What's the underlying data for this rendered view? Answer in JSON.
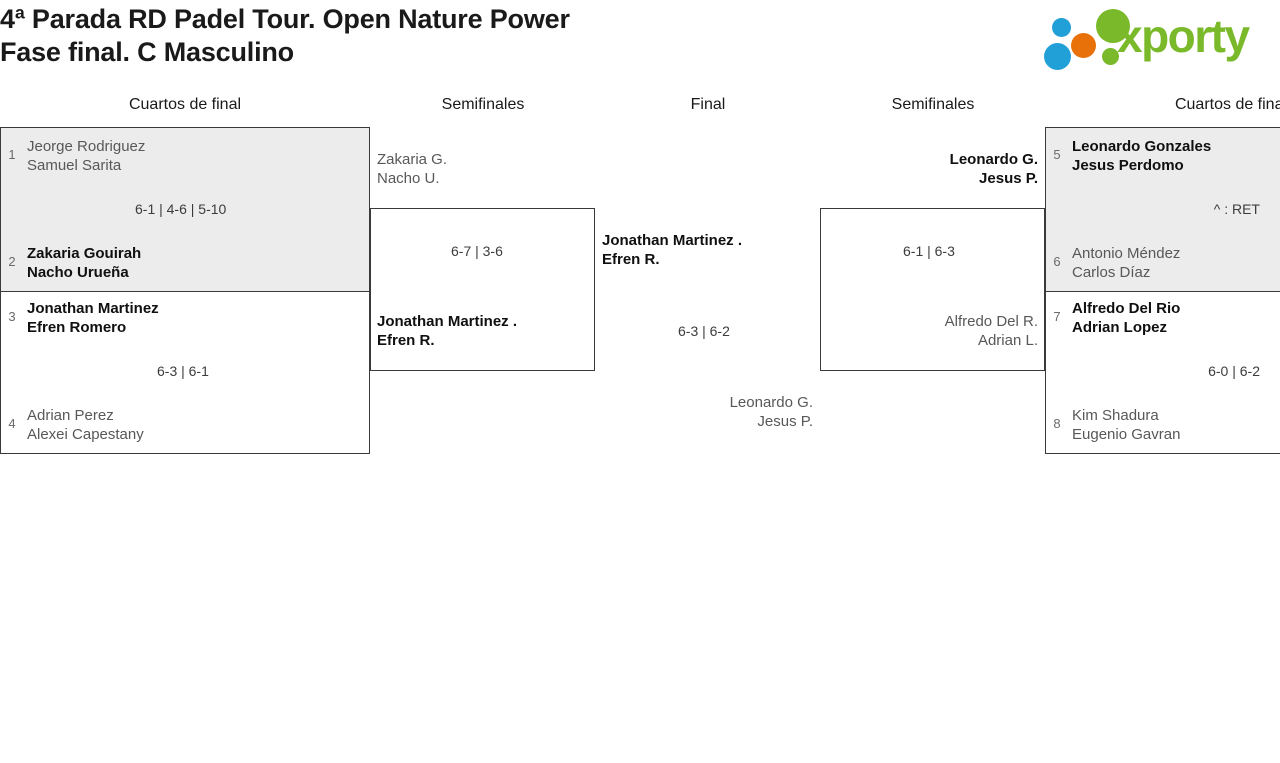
{
  "header": {
    "title_line1": "4ª Parada RD Padel Tour. Open Nature Power",
    "title_line2": "Fase final. C Masculino",
    "logo_text": "xporty"
  },
  "round_headers": {
    "left_quarters": "Cuartos de final",
    "left_semis": "Semifinales",
    "final": "Final",
    "right_semis": "Semifinales",
    "right_quarters": "Cuartos de final"
  },
  "matches": {
    "qf1": {
      "score": "6-1 | 4-6 | 5-10",
      "top": {
        "seed": "1",
        "p1": "Jeorge Rodriguez",
        "p2": "Samuel Sarita",
        "result": "loser"
      },
      "bottom": {
        "seed": "2",
        "p1": "Zakaria Gouirah",
        "p2": "Nacho Urueña",
        "result": "winner"
      }
    },
    "qf2": {
      "score": "6-3 | 6-1",
      "top": {
        "seed": "3",
        "p1": "Jonathan Martinez",
        "p2": "Efren Romero",
        "result": "winner"
      },
      "bottom": {
        "seed": "4",
        "p1": "Adrian Perez",
        "p2": "Alexei Capestany",
        "result": "loser"
      }
    },
    "qf3": {
      "score": "^ : RET",
      "top": {
        "seed": "5",
        "p1": "Leonardo Gonzales",
        "p2": "Jesus Perdomo",
        "result": "winner"
      },
      "bottom": {
        "seed": "6",
        "p1": "Antonio Méndez",
        "p2": "Carlos Díaz",
        "result": "loser"
      }
    },
    "qf4": {
      "score": "6-0 | 6-2",
      "top": {
        "seed": "7",
        "p1": "Alfredo Del Rio",
        "p2": "Adrian Lopez",
        "result": "winner"
      },
      "bottom": {
        "seed": "8",
        "p1": "Kim Shadura",
        "p2": "Eugenio Gavran",
        "result": "loser"
      }
    },
    "sf_left": {
      "score": "6-7 | 3-6",
      "top": {
        "p1": "Zakaria G.",
        "p2": "Nacho U.",
        "result": "loser"
      },
      "bottom": {
        "p1": "Jonathan Martinez .",
        "p2": "Efren R.",
        "result": "winner"
      }
    },
    "sf_right": {
      "score": "6-1 | 6-3",
      "top": {
        "p1": "Leonardo G.",
        "p2": "Jesus P.",
        "result": "winner"
      },
      "bottom": {
        "p1": "Alfredo Del R.",
        "p2": "Adrian L.",
        "result": "loser"
      }
    },
    "final": {
      "score": "6-3 | 6-2",
      "top": {
        "p1": "Jonathan Martinez .",
        "p2": "Efren R.",
        "result": "winner"
      },
      "bottom": {
        "p1": "Leonardo G.",
        "p2": "Jesus P.",
        "result": "loser"
      }
    }
  },
  "colors": {
    "brand_green": "#7ab929",
    "brand_blue": "#21a0d8",
    "brand_orange": "#e8710a",
    "highlight_row": "#ececec",
    "border": "#3a3a3a"
  }
}
